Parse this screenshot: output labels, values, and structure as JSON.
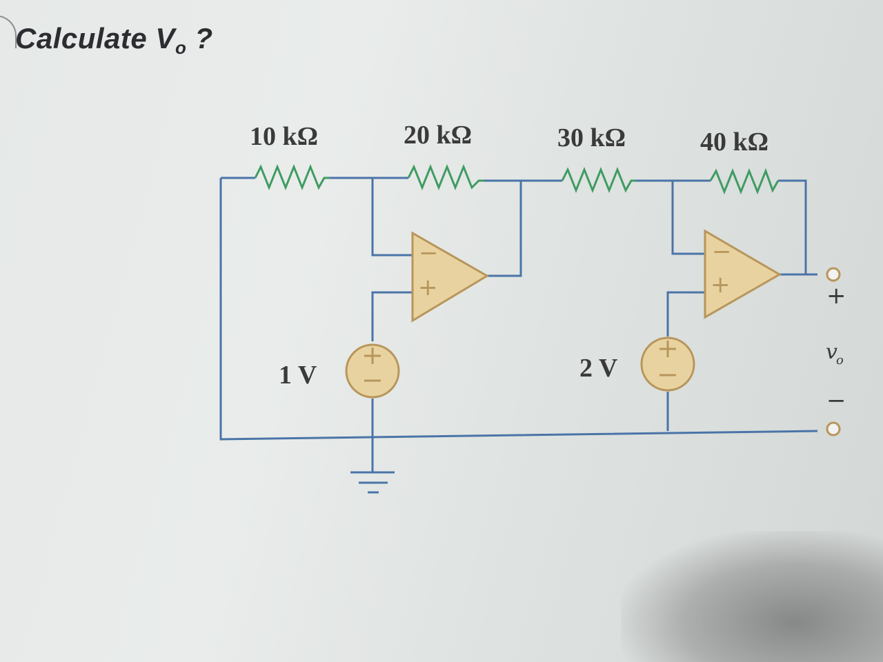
{
  "problem": {
    "title_text": "Calculate V",
    "title_subscript": "o",
    "title_suffix": " ?"
  },
  "circuit": {
    "resistors": [
      {
        "label": "10 kΩ"
      },
      {
        "label": "20 kΩ"
      },
      {
        "label": "30 kΩ"
      },
      {
        "label": "40 kΩ"
      }
    ],
    "sources": [
      {
        "label": "1 V"
      },
      {
        "label": "2 V"
      }
    ],
    "opamp_signs": {
      "inverting": "−",
      "non_inverting": "+"
    },
    "output": {
      "label": "v",
      "label_subscript": "o",
      "plus": "+",
      "minus": "−"
    },
    "colors": {
      "wire": "#4a74a8",
      "resistor": "#3f9b62",
      "component_fill": "#e8d3a0",
      "component_stroke": "#b8955a"
    }
  }
}
